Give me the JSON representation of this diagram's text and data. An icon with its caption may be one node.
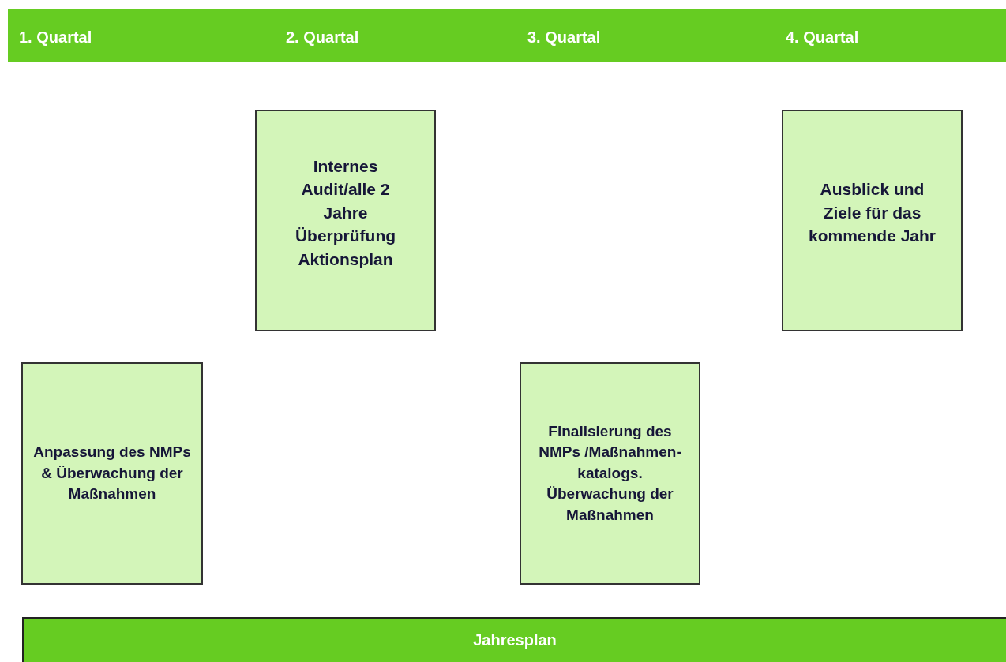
{
  "diagram": {
    "nodes": [
      {
        "text": [
          "1. Quartal",
          "2. Quartal",
          "3. Quartal",
          "4. Quartal"
        ]
      },
      {
        "text": [
          "Internes Audit/alle 2 Jahre Überprüfung Aktionsplan"
        ]
      },
      {
        "text": [
          "Ausblick und Ziele für das kommende Jahr"
        ]
      },
      {
        "text": [
          "Anpassung des NMPs & Überwachung der Maßnahmen"
        ]
      },
      {
        "text": [
          "Finalisierung des NMPs /Maßnahmen-katalogs. Überwachung der Maßnahmen"
        ]
      },
      {
        "text": [
          "Jahresplan"
        ]
      }
    ]
  }
}
